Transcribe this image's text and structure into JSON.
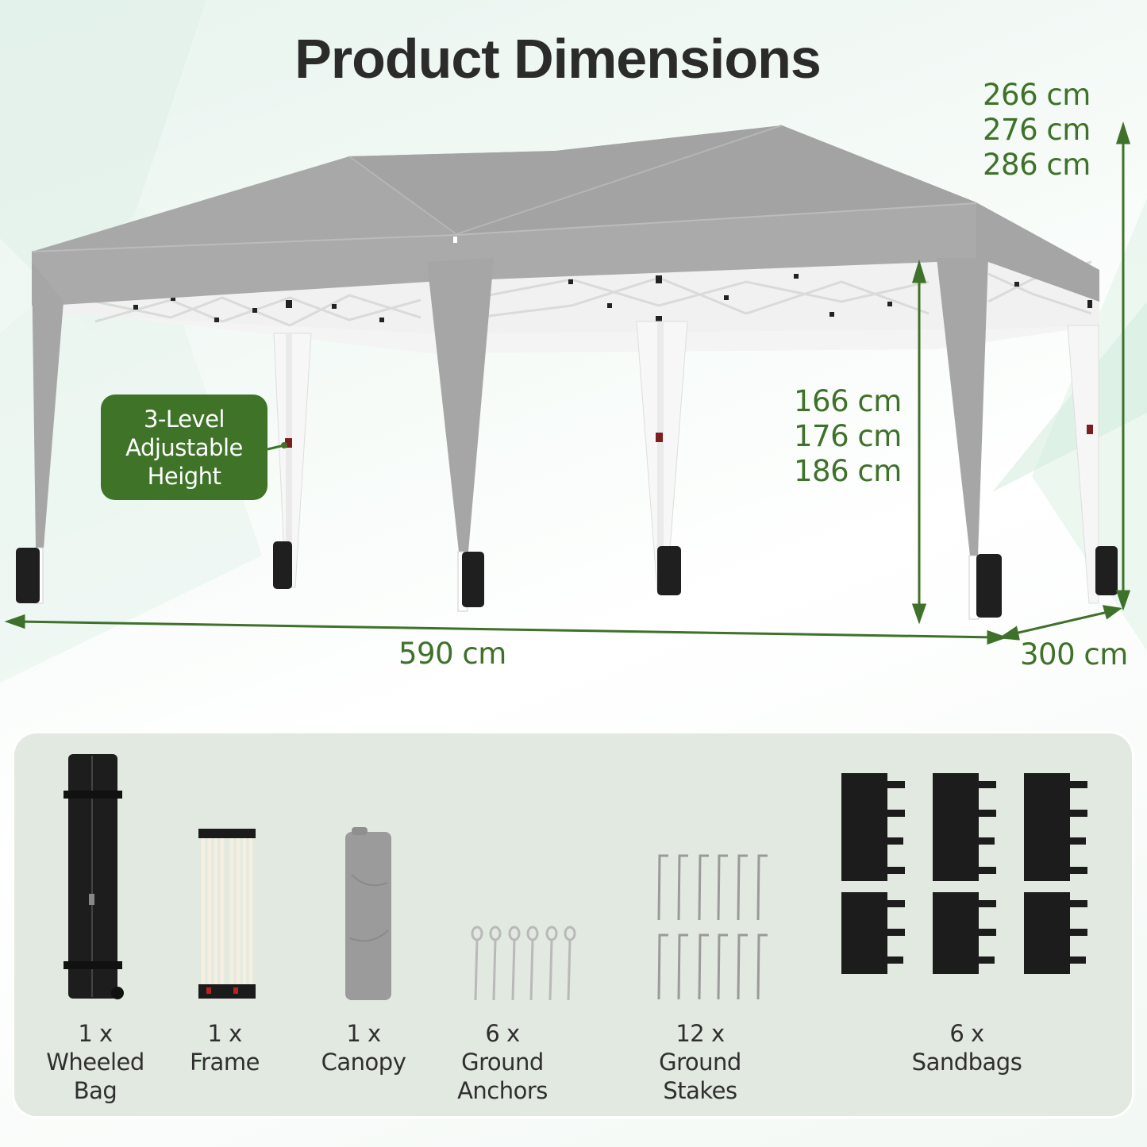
{
  "title": "Product Dimensions",
  "colors": {
    "accent_green": "#3f7428",
    "dimension_text": "#3e7129",
    "canopy_gray": "#a9a9a9",
    "panel_bg": "#e2e9e0",
    "title_text": "#2b2b2b"
  },
  "dimensions": {
    "total_height": {
      "values": [
        "266 cm",
        "276 cm",
        "286 cm"
      ],
      "icon": "arrow-vertical-icon"
    },
    "eave_height": {
      "values": [
        "166 cm",
        "176 cm",
        "186 cm"
      ],
      "icon": "arrow-vertical-double-icon"
    },
    "length": {
      "value": "590 cm",
      "icon": "arrow-horizontal-double-icon"
    },
    "width": {
      "value": "300 cm",
      "icon": "arrow-diagonal-double-icon"
    }
  },
  "callout": {
    "lines": [
      "3-Level",
      "Adjustable",
      "Height"
    ]
  },
  "package_contents": [
    {
      "qty": "1 x",
      "name_lines": [
        "Wheeled",
        "Bag"
      ],
      "icon": "wheeled-bag-icon"
    },
    {
      "qty": "1 x",
      "name_lines": [
        "Frame"
      ],
      "icon": "folded-frame-icon"
    },
    {
      "qty": "1 x",
      "name_lines": [
        "Canopy"
      ],
      "icon": "rolled-canopy-icon"
    },
    {
      "qty": "6 x",
      "name_lines": [
        "Ground",
        "Anchors"
      ],
      "icon": "ground-anchor-icon"
    },
    {
      "qty": "12 x",
      "name_lines": [
        "Ground",
        "Stakes"
      ],
      "icon": "ground-stake-icon"
    },
    {
      "qty": "6 x",
      "name_lines": [
        "Sandbags"
      ],
      "icon": "sandbag-icon"
    }
  ]
}
